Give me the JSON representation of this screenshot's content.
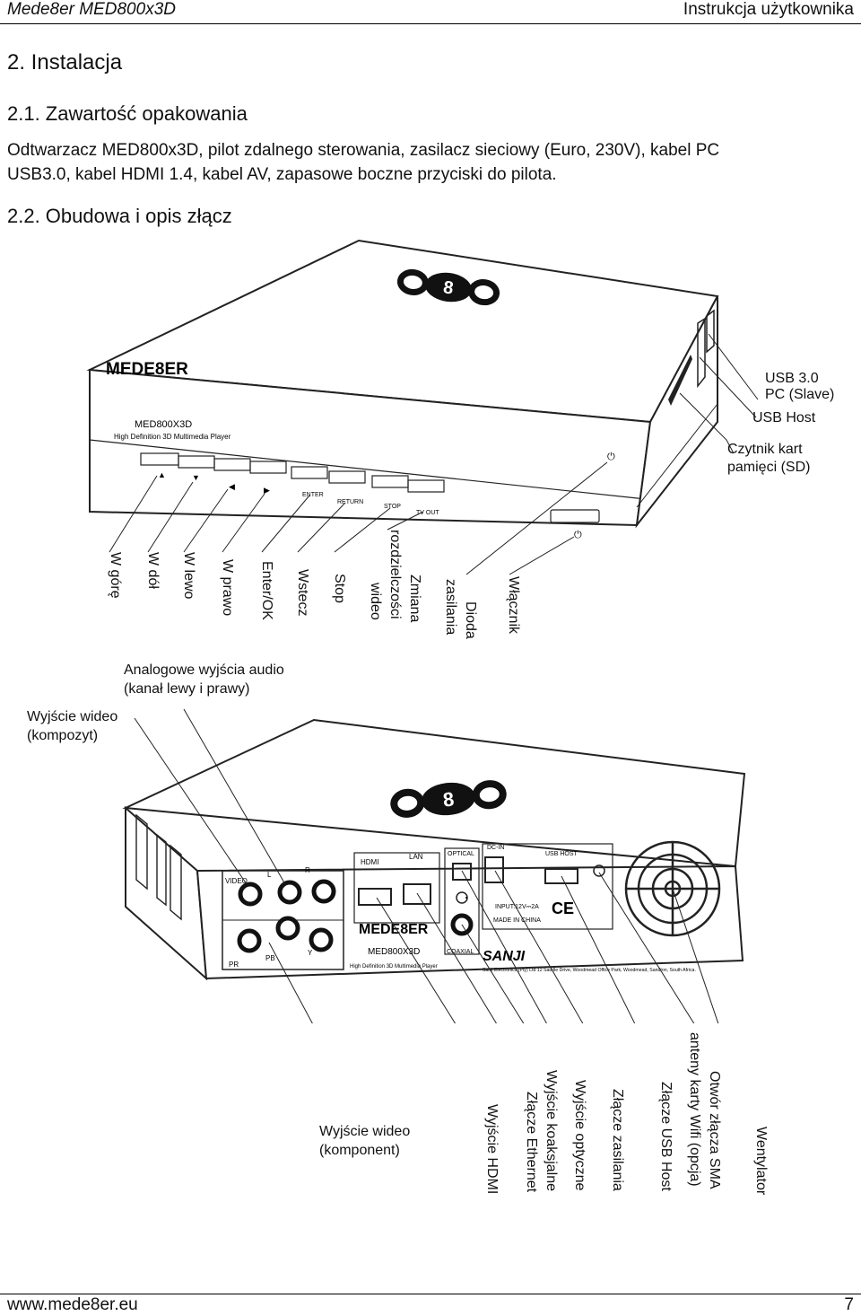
{
  "header": {
    "left": "Mede8er MED800x3D",
    "right": "Instrukcja użytkownika"
  },
  "section": {
    "title": "2. Instalacja",
    "sub1": "2.1. Zawartość opakowania",
    "para_line1": "Odtwarzacz MED800x3D, pilot zdalnego sterowania, zasilacz sieciowy (Euro, 230V), kabel PC",
    "para_line2": "USB3.0, kabel HDMI 1.4, kabel AV, zapasowe boczne przyciski do pilota.",
    "sub2": "2.2. Obudowa i opis złącz"
  },
  "front": {
    "side_labels": {
      "usb3_l1": "USB 3.0",
      "usb3_l2": "PC (Slave)",
      "usb_host": "USB Host",
      "card_l1": "Czytnik kart",
      "card_l2": "pamięci (SD)"
    },
    "rotated": {
      "up": "W górę",
      "down": "W dół",
      "left": "W lewo",
      "right": "W prawo",
      "enter": "Enter/OK",
      "back": "Wstecz",
      "stop": "Stop",
      "res_l1": "Zmiana",
      "res_l2": "rozdzielczości",
      "res_l3": "wideo",
      "led_l1": "Dioda",
      "led_l2": "zasilania",
      "power": "Włącznik"
    },
    "device": {
      "brand": "MEDE8ER",
      "model": "MED800X3D",
      "tagline": "High Definition 3D Multimedia Player",
      "enter": "ENTER",
      "return": "RETURN",
      "stop": "STOP",
      "tvout": "TV OUT",
      "up_glyph": "▲",
      "down_glyph": "▼",
      "left_glyph": "◀",
      "right_glyph": "▶",
      "power_glyph": "⏻"
    }
  },
  "back": {
    "labels": {
      "audio_l1": "Analogowe wyjścia audio",
      "audio_l2": "(kanał lewy i prawy)",
      "video_l1": "Wyjście wideo",
      "video_l2": "(kompozyt)",
      "comp_l1": "Wyjście wideo",
      "comp_l2": "(komponent)"
    },
    "rotated": {
      "hdmi": "Wyjście HDMI",
      "eth": "Złącze Ethernet",
      "coax": "Wyjście koaksjalne",
      "optical": "Wyjście optyczne",
      "power": "Złącze zasilania",
      "usb": "Złącze USB Host",
      "sma_l1": "Otwór złącza SMA",
      "sma_l2": "anteny karty Wifi (opcja)",
      "fan": "Wentylator"
    },
    "device": {
      "video": "VIDEO",
      "l": "L",
      "r": "R",
      "pr": "PR",
      "pb": "PB",
      "y": "Y",
      "hdmi": "HDMI",
      "lan": "LAN",
      "optical": "OPTICAL",
      "coaxial": "COAXIAL",
      "dcin": "DC-IN",
      "usbhost": "USB HOST",
      "input": "INPUT:12V⎓2A",
      "made": "MADE IN CHINA",
      "brand": "MEDE8ER",
      "model": "MED800X3D",
      "tagline": "High Definition 3D Multimedia Player",
      "sanji": "SANJI",
      "ce": "CE",
      "address": "Sanji Electronics (Pty) Ltd 12 Saddle Drive, Woodmead Office Park, Woodmead, Sandton, South Africa."
    }
  },
  "footer": {
    "left": "www.mede8er.eu",
    "right": "7"
  }
}
